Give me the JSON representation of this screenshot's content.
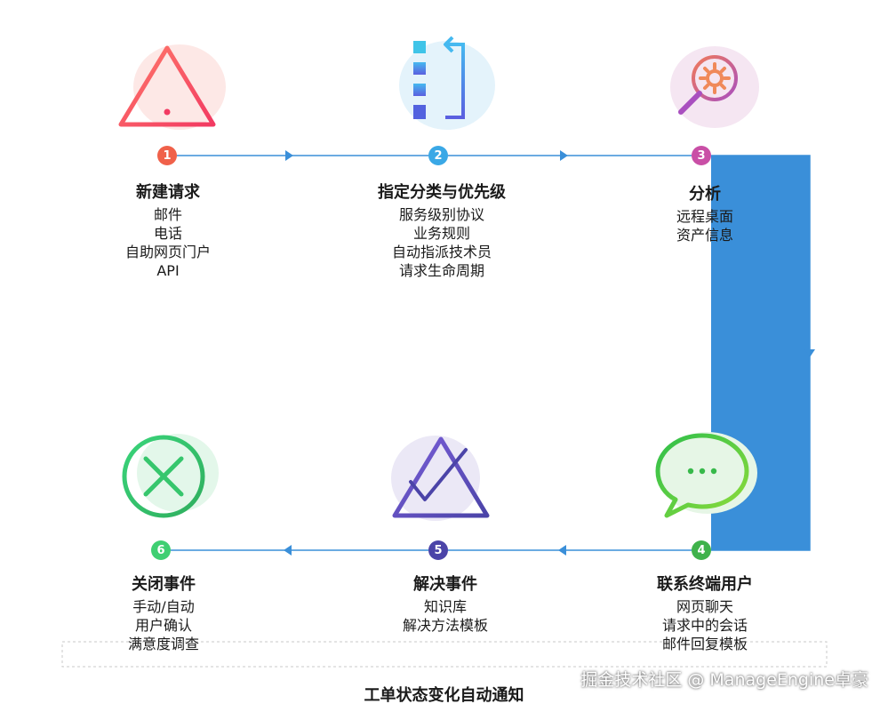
{
  "steps": [
    {
      "number": "1",
      "title": "新建请求",
      "items": [
        "邮件",
        "电话",
        "自助网页门户",
        "API"
      ],
      "badge_color": "#f0614a"
    },
    {
      "number": "2",
      "title": "指定分类与优先级",
      "items": [
        "服务级别协议",
        "业务规则",
        "自动指派技术员",
        "请求生命周期"
      ],
      "badge_color": "#3aa8e6"
    },
    {
      "number": "3",
      "title": "分析",
      "items": [
        "远程桌面",
        "资产信息"
      ],
      "badge_color": "#c94fa6"
    },
    {
      "number": "4",
      "title": "联系终端用户",
      "items": [
        "网页聊天",
        "请求中的会话",
        "邮件回复模板"
      ],
      "badge_color": "#3fb24b"
    },
    {
      "number": "5",
      "title": "解决事件",
      "items": [
        "知识库",
        "解决方法模板"
      ],
      "badge_color": "#4b44a8"
    },
    {
      "number": "6",
      "title": "关闭事件",
      "items": [
        "手动/自动",
        "用户确认",
        "满意度调查"
      ],
      "badge_color": "#3fcf72"
    }
  ],
  "caption": "工单状态变化自动通知",
  "watermark": "掘金技术社区 @ ManageEngine卓豪",
  "colors": {
    "flow_line": "#3a8fd9"
  },
  "icons": [
    "warning-triangle-icon",
    "sort-list-icon",
    "magnifier-gear-icon",
    "chat-bubble-icon",
    "mountain-check-icon",
    "circle-x-icon"
  ]
}
